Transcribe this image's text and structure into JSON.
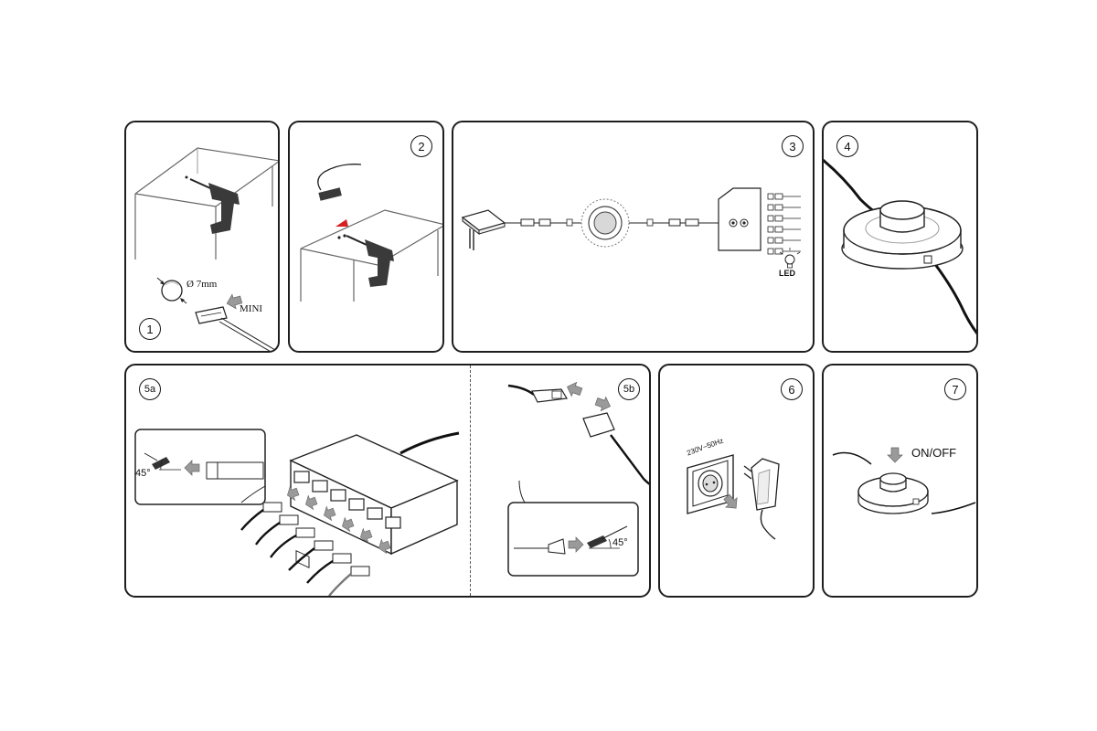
{
  "panels": [
    {
      "step": "1",
      "texts": {
        "diameter": "Ø 7mm",
        "connector": "MINI"
      }
    },
    {
      "step": "2"
    },
    {
      "step": "3",
      "texts": {
        "led": "LED"
      }
    },
    {
      "step": "4"
    },
    {
      "step": "5a",
      "texts": {
        "angle": "45°"
      }
    },
    {
      "step": "5b",
      "texts": {
        "angle": "45°"
      }
    },
    {
      "step": "6",
      "texts": {
        "voltage": "230V~50Hz"
      }
    },
    {
      "step": "7",
      "texts": {
        "switch": "ON/OFF"
      }
    }
  ],
  "colors": {
    "outline": "#1e1e1e",
    "arrow": "#9a9a9a",
    "marker": "#d42020",
    "device": "#3a3a3a"
  }
}
